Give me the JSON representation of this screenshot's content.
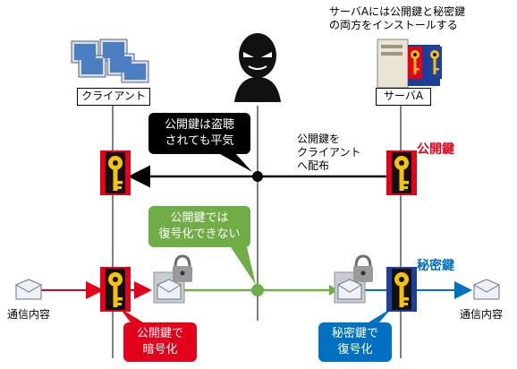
{
  "server_note": "サーバAには公開鍵と秘密鍵\nの両方をインストールする",
  "client_label": "クライアント",
  "server_label": "サーバA",
  "public_key_label": "公開鍵",
  "secret_key_label": "秘密鍵",
  "distribute_note": "公開鍵を\nクライアント\nへ配布",
  "callout_eavesdrop": "公開鍵は盗聴\nされても平気",
  "callout_cannot_decrypt": "公開鍵では\n復号化できない",
  "callout_encrypt": "公開鍵で\n暗号化",
  "callout_decrypt": "秘密鍵で\n復号化",
  "left_message_label": "通信内容",
  "right_message_label": "通信内容",
  "colors": {
    "red": "#e3001b",
    "blue": "#0070c0",
    "green": "#70ad47",
    "black": "#000000",
    "gold": "#f4c20d"
  }
}
